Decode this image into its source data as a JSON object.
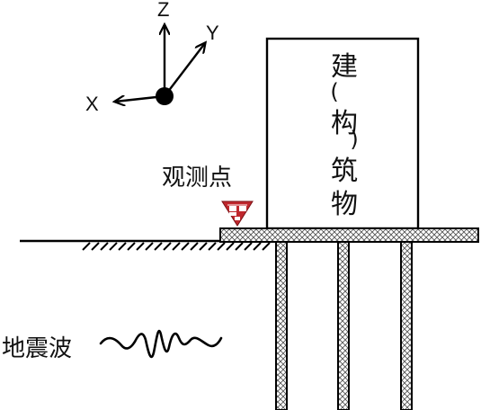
{
  "axes": {
    "z_label": "Z",
    "y_label": "Y",
    "x_label": "X"
  },
  "building": {
    "label_chars": [
      "建",
      "(",
      "构",
      ")",
      "筑",
      "物"
    ]
  },
  "observation_point": {
    "label": "观测点",
    "marker_color": "#c0272d"
  },
  "seismic_wave": {
    "label": "地震波"
  },
  "colors": {
    "line": "#000000",
    "hatch_fill": "#ffffff",
    "hatch_cross": "#555555"
  }
}
